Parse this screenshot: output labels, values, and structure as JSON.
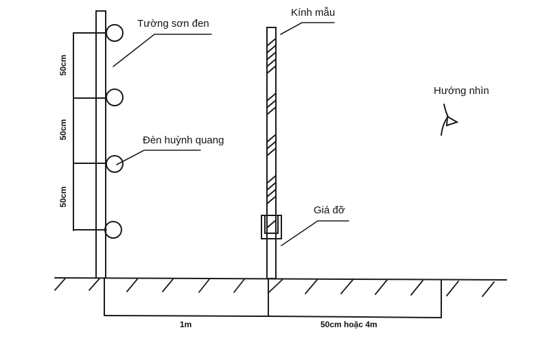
{
  "labels": {
    "wall": "Tường sơn đen",
    "glass": "Kính mẫu",
    "lamp": "Đèn huỳnh quang",
    "stand": "Giá đỡ",
    "view": "Hướng nhìn"
  },
  "dimensions": {
    "lamp_spacing_1": "50cm",
    "lamp_spacing_2": "50cm",
    "lamp_spacing_3": "50cm",
    "wall_to_glass": "1m",
    "glass_to_viewer": "50cm hoặc 4m"
  },
  "colors": {
    "line": "#1a1a1a",
    "background": "#ffffff"
  }
}
